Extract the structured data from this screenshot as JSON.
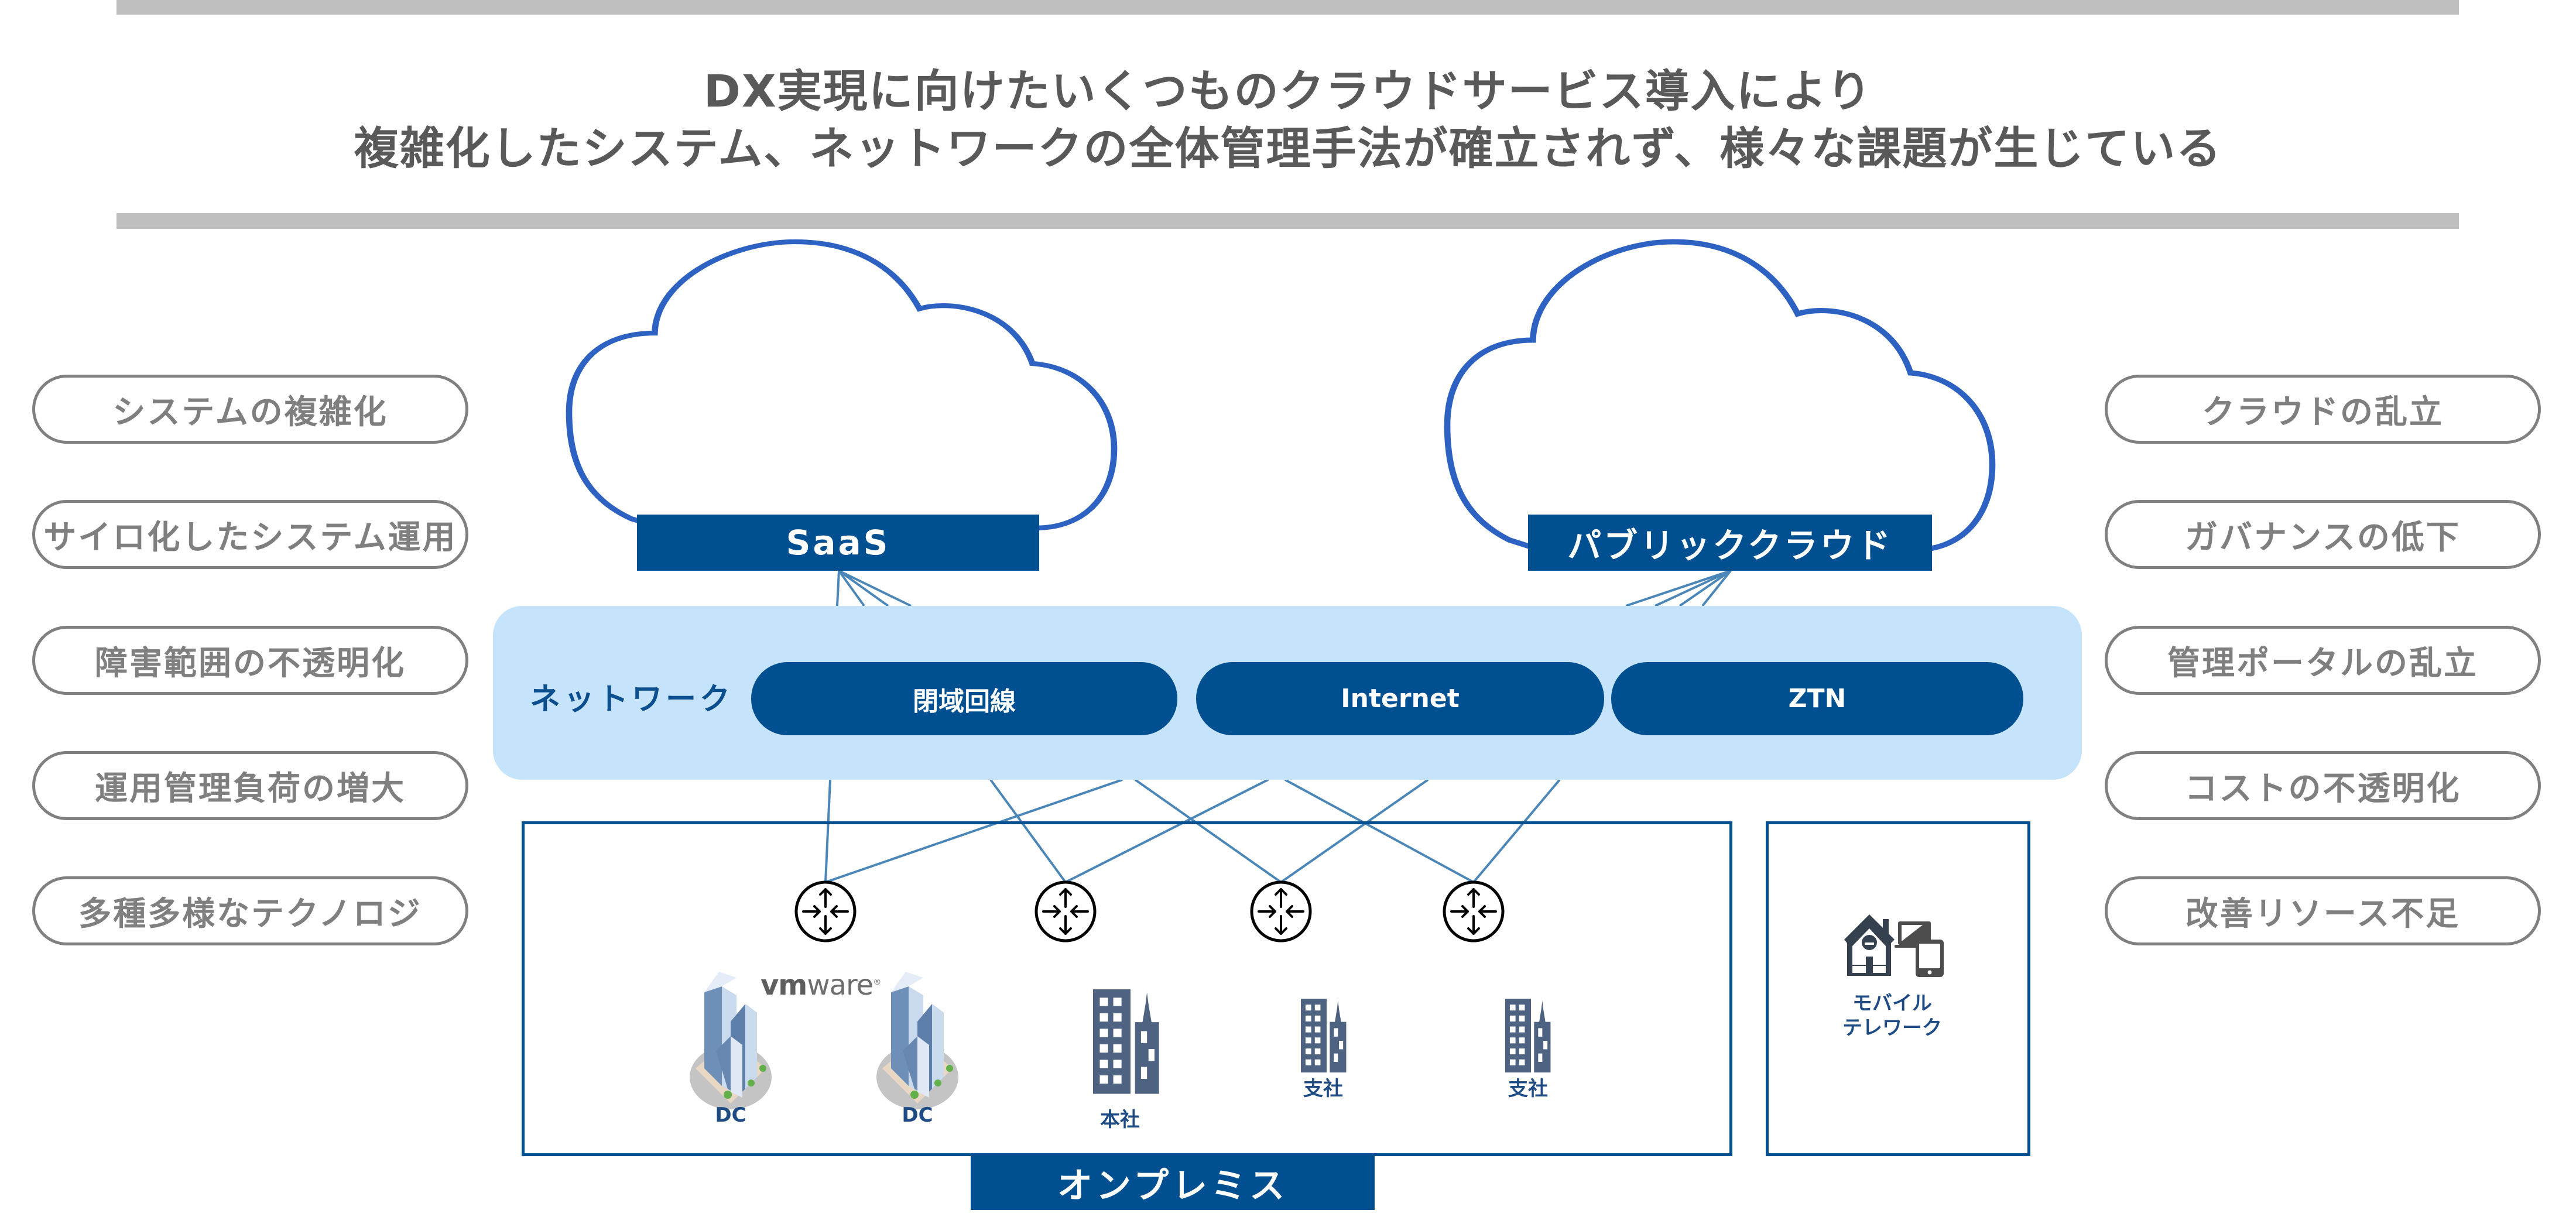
{
  "title": {
    "line1": "DX実現に向けたいくつものクラウドサービス導入により",
    "line2": "複雑化したシステム、ネットワークの全体管理手法が確立されず、様々な課題が生じている"
  },
  "issues_left": [
    "システムの複雑化",
    "サイロ化したシステム運用",
    "障害範囲の不透明化",
    "運用管理負荷の増大",
    "多種多様なテクノロジ"
  ],
  "issues_right": [
    "クラウドの乱立",
    "ガバナンスの低下",
    "管理ポータルの乱立",
    "コストの不透明化",
    "改善リソース不足"
  ],
  "clouds": {
    "saas": {
      "label": "SaaS",
      "icon": "cloud-icon"
    },
    "public": {
      "label": "パブリッククラウド",
      "icon": "cloud-icon"
    }
  },
  "network": {
    "label": "ネットワーク",
    "options": [
      "閉域回線",
      "Internet",
      "ZTN"
    ]
  },
  "onpremise": {
    "label": "オンプレミス",
    "vmware_logo_prefix": "vm",
    "vmware_logo_suffix": "ware",
    "routers": [
      "router-icon",
      "router-icon",
      "router-icon",
      "router-icon"
    ],
    "sites": [
      {
        "label": "DC",
        "icon": "datacenter-building-icon"
      },
      {
        "label": "DC",
        "icon": "datacenter-building-icon"
      },
      {
        "label": "本社",
        "icon": "office-building-icon"
      },
      {
        "label": "支社",
        "icon": "office-building-icon"
      },
      {
        "label": "支社",
        "icon": "office-building-icon"
      }
    ]
  },
  "mobile": {
    "line1": "モバイル",
    "line2": "テレワーク",
    "icon": "home-laptop-phone-icon"
  },
  "colors": {
    "primary_blue": "#005091",
    "light_blue": "#c5e3fb",
    "cloud_stroke": "#2e62c2",
    "connector": "#4a86b8",
    "issue_gray": "#7f7f7f",
    "title_gray": "#595959",
    "building": "#4e6282"
  }
}
